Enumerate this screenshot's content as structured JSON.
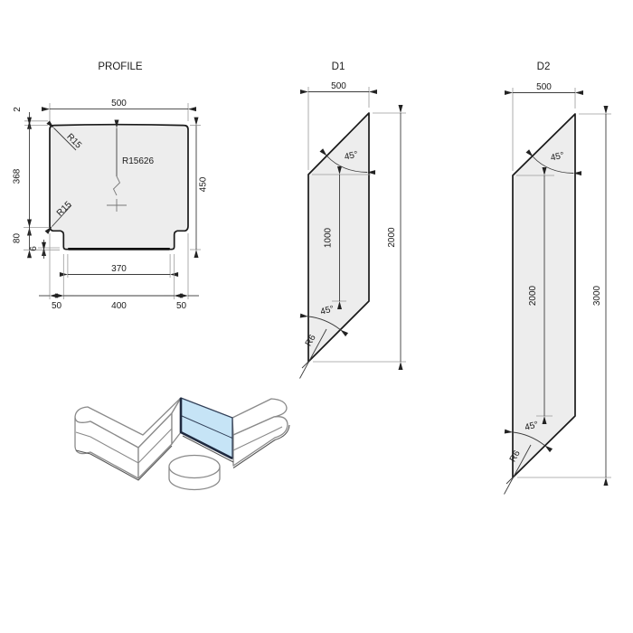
{
  "views": {
    "profile": {
      "title": "PROFILE",
      "dims": {
        "width": "500",
        "arch_rise": "2",
        "upper_height": "368",
        "lower_height": "80",
        "plate_thickness": "6",
        "total_height": "450",
        "plate_width": "370",
        "bottom_left": "50",
        "bottom_center": "400",
        "bottom_right": "50",
        "corner_radius": "R15",
        "step_radius": "R15",
        "top_arc_radius": "R15626"
      }
    },
    "d1": {
      "title": "D1",
      "dims": {
        "width": "500",
        "total_height": "2000",
        "straight_length": "1000",
        "top_angle": "45°",
        "bottom_angle": "45°",
        "tip_radius": "R6"
      }
    },
    "d2": {
      "title": "D2",
      "dims": {
        "width": "500",
        "total_height": "3000",
        "straight_length": "2000",
        "top_angle": "45°",
        "bottom_angle": "45°",
        "tip_radius": "R6"
      }
    }
  },
  "illustration": {
    "highlight_color": "#c6e4f6",
    "highlight_edge_color": "#1f2a40",
    "bench_line_color": "#8a8a8a",
    "shape_fill_color": "#ededed"
  }
}
